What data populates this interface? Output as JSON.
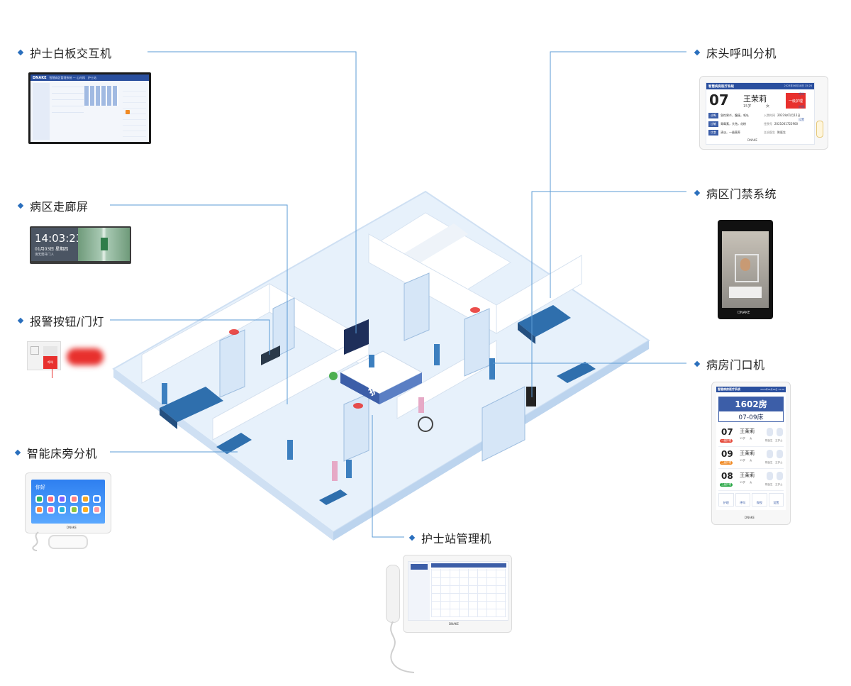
{
  "labels": {
    "whiteboard": "护士白板交互机",
    "corridor": "病区走廊屏",
    "alarm": "报警按钮/门灯",
    "bedside": "智能床旁分机",
    "bedhead": "床头呼叫分机",
    "access": "病区门禁系统",
    "door": "病房门口机",
    "station": "护士站管理机"
  },
  "scene": {
    "station_sign": "护士站"
  },
  "corridor_screen": {
    "time": "14:03:23",
    "date": "01月03日 星期四",
    "note": "请无需开门人"
  },
  "whiteboard_screen": {
    "brand": "DNAKE",
    "title": "智慧病区管理系统 — 心内科",
    "tab": "护士站"
  },
  "bedhead_screen": {
    "title": "智慧病房医疗系统",
    "datetime": "2023年06月18日 15:26",
    "bed": "07",
    "name": "王茉莉",
    "age": "15岁",
    "gender": "女",
    "care": "一级护理",
    "rows": [
      {
        "tag": "诊断",
        "text": "急性胃炎，腹痛，呕吐",
        "k": "入院时间",
        "v": "2023年01月12日"
      },
      {
        "tag": "过敏",
        "text": "青霉素，头孢，花粉",
        "k": "住院号",
        "v": "2021001722900"
      },
      {
        "tag": "饮食",
        "text": "清淡，一级营养",
        "k": "主治医生",
        "v": "陈医生"
      }
    ],
    "side": [
      "呼叫",
      "护理",
      "设置"
    ],
    "brand": "DNAKE"
  },
  "door_screen": {
    "title": "智慧病房医疗系统",
    "datetime": "2023年06月18日 15:26",
    "room": "1602房",
    "beds": "07-09床",
    "patients": [
      {
        "bed": "07",
        "name": "王茉莉",
        "age": "15岁",
        "gender": "女",
        "care": "一级护理",
        "care_color": "#e64b3c",
        "doctor": "陈医生",
        "nurse": "王护士"
      },
      {
        "bed": "09",
        "name": "王茉莉",
        "age": "15岁",
        "gender": "女",
        "care": "二级护理",
        "care_color": "#f08a24",
        "doctor": "陈医生",
        "nurse": "王护士"
      },
      {
        "bed": "08",
        "name": "王茉莉",
        "age": "15岁",
        "gender": "女",
        "care": "三级护理",
        "care_color": "#28a745",
        "doctor": "陈医生",
        "nurse": "王护士"
      }
    ],
    "actions": [
      "护理",
      "呼叫",
      "探视",
      "设置"
    ],
    "brand": "DNAKE"
  },
  "access_screen": {
    "brand": "DNAKE"
  },
  "bedside_screen": {
    "greeting": "你好",
    "brand": "DNAKE",
    "app_colors": [
      "#2fb463",
      "#ff6b7a",
      "#7b61ff",
      "#ff7f7f",
      "#f5a623",
      "#3d8bfd",
      "#ff8a3d",
      "#ff6fa8",
      "#28b4d8",
      "#8dc63f",
      "#ffb020",
      "#ff9aa2"
    ]
  },
  "station_screen": {
    "brand": "DNAKE"
  },
  "alarm_button": {
    "text": "呼叫"
  },
  "colors": {
    "accent": "#2a6fbd",
    "line": "#5b9bd5",
    "panel_blue": "#3c5ea8",
    "alarm_red": "#e8302d"
  }
}
